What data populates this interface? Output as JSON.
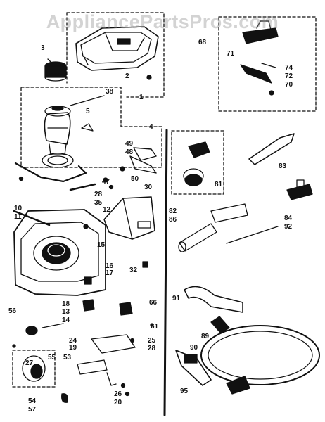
{
  "watermark": "AppliancePartsPros.com",
  "colors": {
    "ink": "#111111",
    "background": "#ffffff",
    "watermark": "#8c8c8c"
  },
  "callouts": {
    "c3": "3",
    "c2": "2",
    "c1": "1",
    "c38": "38",
    "c5": "5",
    "c4": "4",
    "c49": "49",
    "c48": "48",
    "c50": "50",
    "c47": "47",
    "c28a": "28",
    "c35": "35",
    "c30": "30",
    "c12": "12",
    "c10": "10",
    "c11": "11",
    "c15": "15",
    "c32": "32",
    "c16": "16",
    "c17": "17",
    "c18": "18",
    "c13": "13",
    "c14": "14",
    "c66": "66",
    "c61": "61",
    "c56": "56",
    "c24": "24",
    "c19": "19",
    "c25": "25",
    "c28b": "28",
    "c27": "27",
    "c55": "55",
    "c53": "53",
    "c54": "54",
    "c57": "57",
    "c26": "26",
    "c20": "20",
    "c68": "68",
    "c71": "71",
    "c74": "74",
    "c72": "72",
    "c70": "70",
    "c81": "81",
    "c82": "82",
    "c86": "86",
    "c83": "83",
    "c84": "84",
    "c92": "92",
    "c91": "91",
    "c89": "89",
    "c90": "90",
    "c95": "95"
  }
}
